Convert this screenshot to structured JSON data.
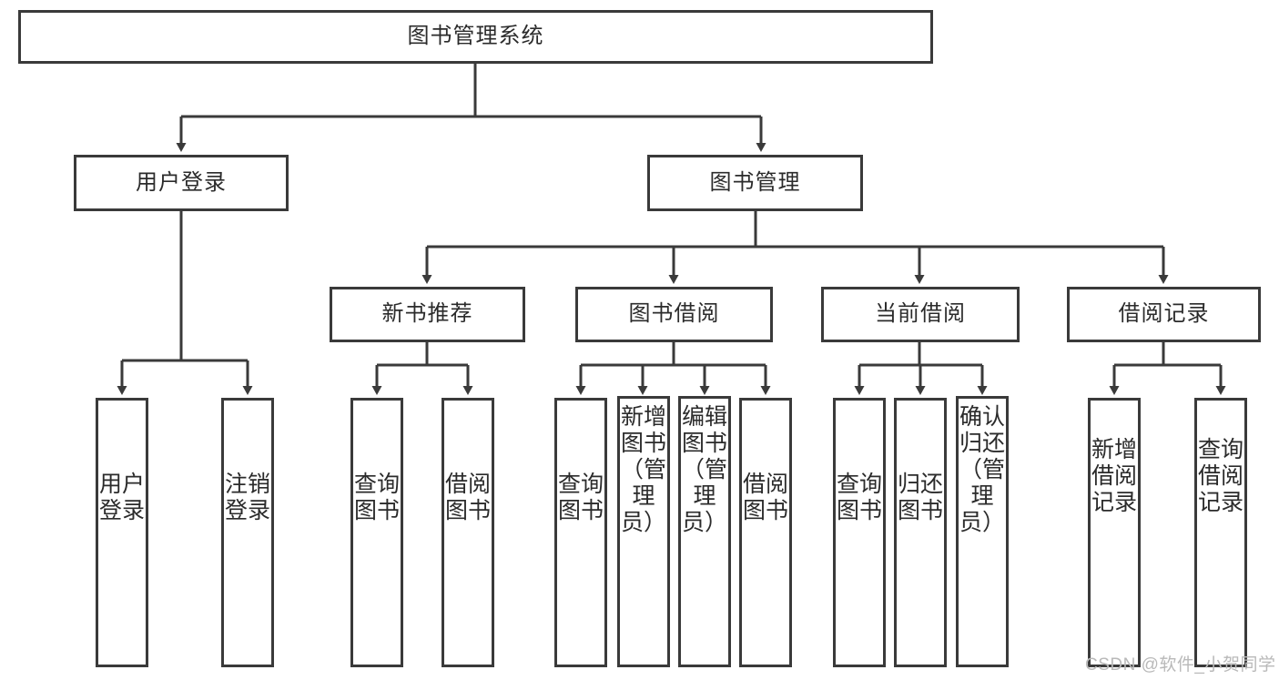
{
  "diagram": {
    "title": "图书管理系统",
    "root": {
      "label": "图书管理系统"
    },
    "level2": [
      {
        "label": "用户登录"
      },
      {
        "label": "图书管理"
      }
    ],
    "level3": [
      {
        "label": "新书推荐"
      },
      {
        "label": "图书借阅"
      },
      {
        "label": "当前借阅"
      },
      {
        "label": "借阅记录"
      }
    ],
    "leaves": {
      "user_login": [
        {
          "label": "用户登录"
        },
        {
          "label": "注销登录"
        }
      ],
      "new_book_recommend": [
        {
          "label": "查询图书"
        },
        {
          "label": "借阅图书"
        }
      ],
      "book_borrow": [
        {
          "label": "查询图书"
        },
        {
          "label": "新增图书（管理员）"
        },
        {
          "label": "编辑图书（管理员）"
        },
        {
          "label": "借阅图书"
        }
      ],
      "current_borrow": [
        {
          "label": "查询图书"
        },
        {
          "label": "归还图书"
        },
        {
          "label": "确认归还（管理员）"
        }
      ],
      "borrow_record": [
        {
          "label": "新增借阅记录"
        },
        {
          "label": "查询借阅记录"
        }
      ]
    }
  },
  "watermark": {
    "text": "CSDN @软件_小贺同学"
  },
  "colors": {
    "stroke": "#3a3a3a",
    "background": "#ffffff",
    "text": "#2b2b2b",
    "watermark": "#b9b9b9"
  }
}
